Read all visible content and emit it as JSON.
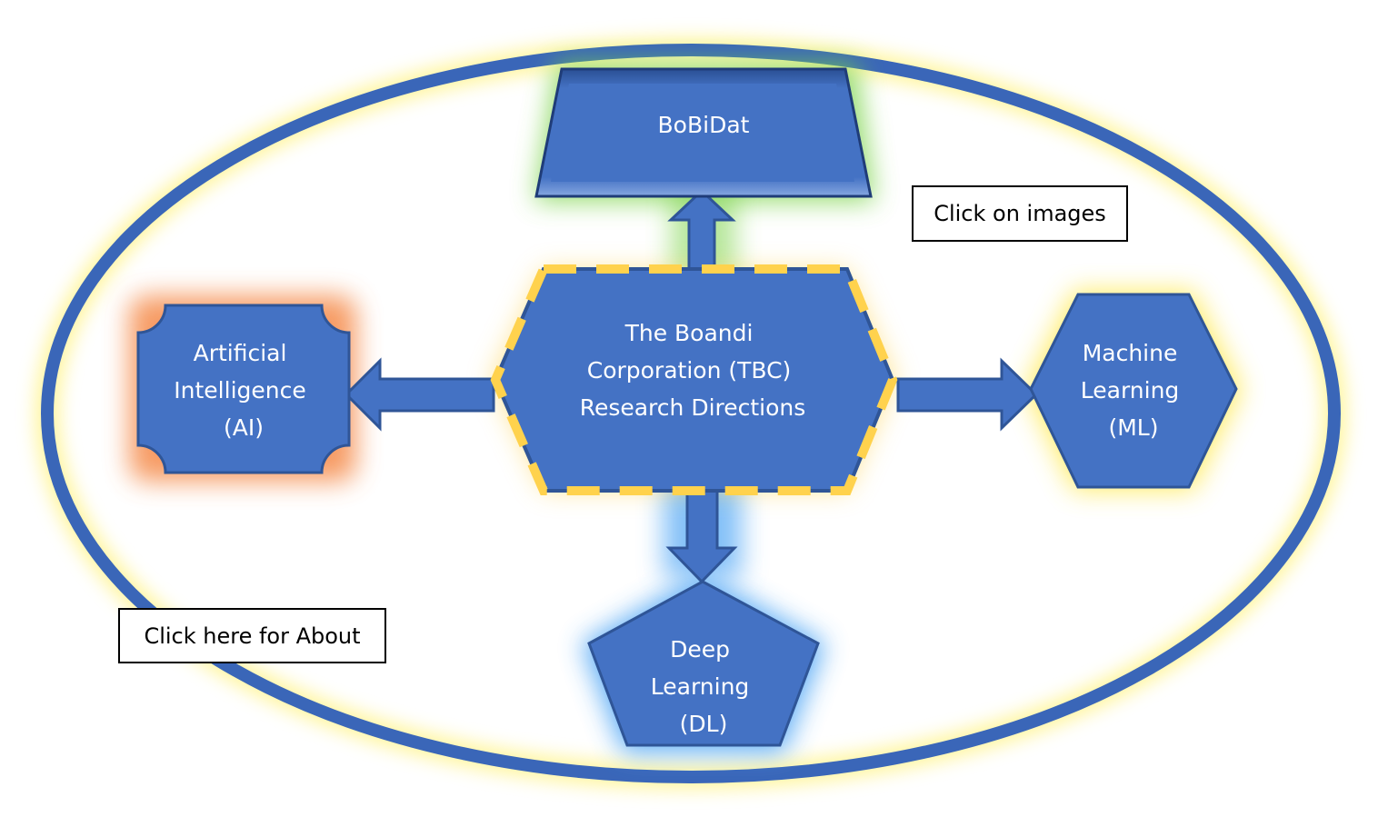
{
  "nodes": {
    "center": {
      "lines": [
        "The Boandi",
        "Corporation (TBC)",
        "Research Directions"
      ],
      "shape": "hexagon",
      "border_style": "dashed",
      "border_color": "#FFD24D"
    },
    "top": {
      "lines": [
        "BoBiDat"
      ],
      "shape": "trapezoid",
      "glow_color": "#7AD34A"
    },
    "left": {
      "lines": [
        "Artificial",
        "Intelligence",
        "(AI)"
      ],
      "shape": "plaque",
      "glow_color": "#F58A4A"
    },
    "right": {
      "lines": [
        "Machine",
        "Learning",
        "(ML)"
      ],
      "shape": "hexagon",
      "glow_color": "#FFE94D"
    },
    "bottom": {
      "lines": [
        "Deep",
        "Learning",
        "(DL)"
      ],
      "shape": "pentagon",
      "glow_color": "#4FA6F5"
    }
  },
  "callouts": {
    "images": "Click on images",
    "about": "Click here for About"
  },
  "colors": {
    "fill": "#4472C4",
    "stroke": "#2F5597",
    "ellipse_stroke": "#3A66B8",
    "ellipse_glow": "#FFF27A"
  }
}
